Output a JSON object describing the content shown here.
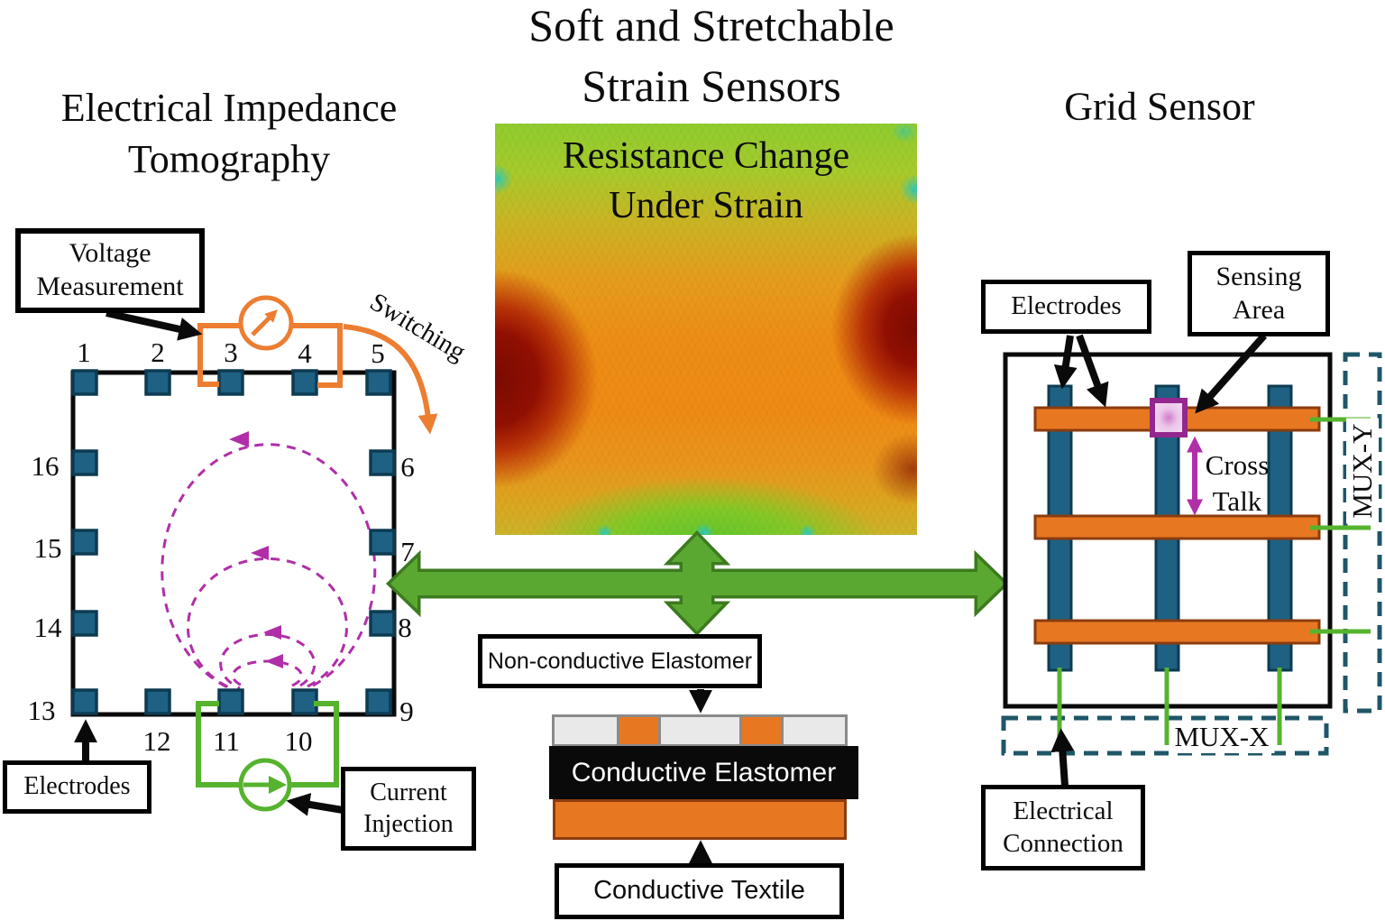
{
  "left_panel": {
    "title_line1": "Electrical Impedance",
    "title_line2": "Tomography",
    "voltage_measurement_line1": "Voltage",
    "voltage_measurement_line2": "Measurement",
    "switching_label": "Switching",
    "electrodes_label": "Electrodes",
    "current_injection_line1": "Current",
    "current_injection_line2": "Injection",
    "electrode_numbers": [
      "1",
      "2",
      "3",
      "4",
      "5",
      "6",
      "7",
      "8",
      "9",
      "10",
      "11",
      "12",
      "13",
      "14",
      "15",
      "16"
    ]
  },
  "center_panel": {
    "title_line1": "Soft and Stretchable",
    "title_line2": "Strain Sensors",
    "heatmap_caption_line1": "Resistance Change",
    "heatmap_caption_line2": "Under Strain",
    "non_conductive_elastomer_label": "Non-conductive Elastomer",
    "conductive_elastomer_label": "Conductive Elastomer",
    "conductive_textile_label": "Conductive Textile"
  },
  "right_panel": {
    "title": "Grid Sensor",
    "electrodes_label": "Electrodes",
    "sensing_area_line1": "Sensing",
    "sensing_area_line2": "Area",
    "cross_talk_line1": "Cross",
    "cross_talk_line2": "Talk",
    "mux_x_label": "MUX-X",
    "mux_y_label": "MUX-Y",
    "electrical_connection_line1": "Electrical",
    "electrical_connection_line2": "Connection"
  },
  "colors": {
    "wire_orange": "#ED7D31",
    "bar_orange": "#E87722",
    "bar_orange_border": "#8B3C0F",
    "electrode_teal": "#1E6182",
    "electrode_border": "#0D3B52",
    "circuit_green": "#56B32E",
    "arrow_green_fill": "#5AA832",
    "arrow_green_border": "#3C7A1E",
    "magenta": "#B02FA8",
    "sensing_purple": "#93278F",
    "mux_dash_teal": "#1F5668"
  }
}
